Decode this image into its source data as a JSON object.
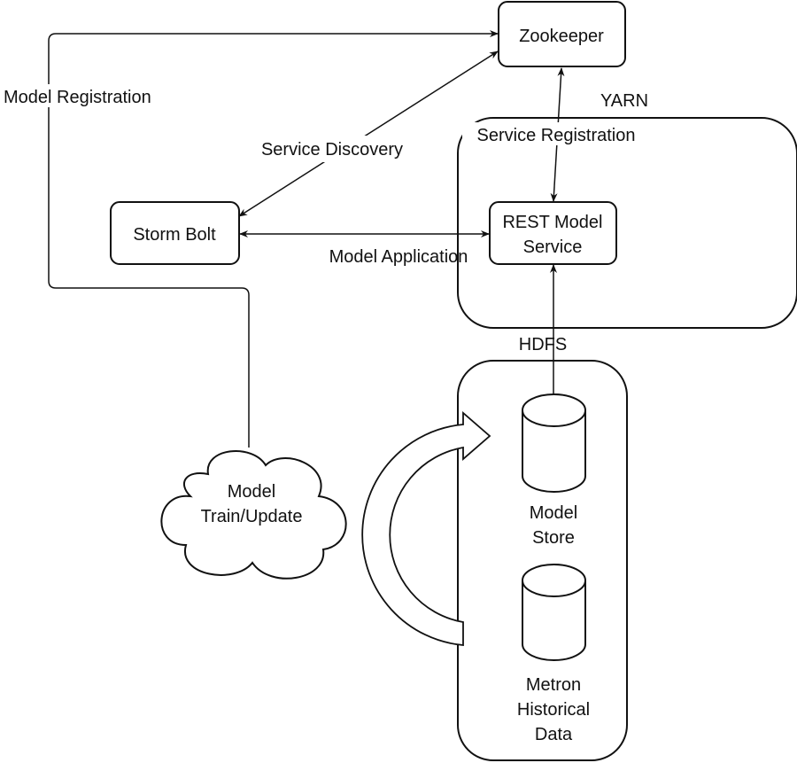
{
  "nodes": {
    "zookeeper": "Zookeeper",
    "storm_bolt": "Storm Bolt",
    "rest_line1": "REST Model",
    "rest_line2": "Service",
    "yarn": "YARN",
    "hdfs": "HDFS",
    "model_store_line1": "Model",
    "model_store_line2": "Store",
    "metron_line1": "Metron",
    "metron_line2": "Historical",
    "metron_line3": "Data",
    "train_line1": "Model",
    "train_line2": "Train/Update"
  },
  "edges": {
    "model_registration": "Model Registration",
    "service_discovery": "Service Discovery",
    "service_registration": "Service Registration",
    "model_application": "Model Application"
  }
}
